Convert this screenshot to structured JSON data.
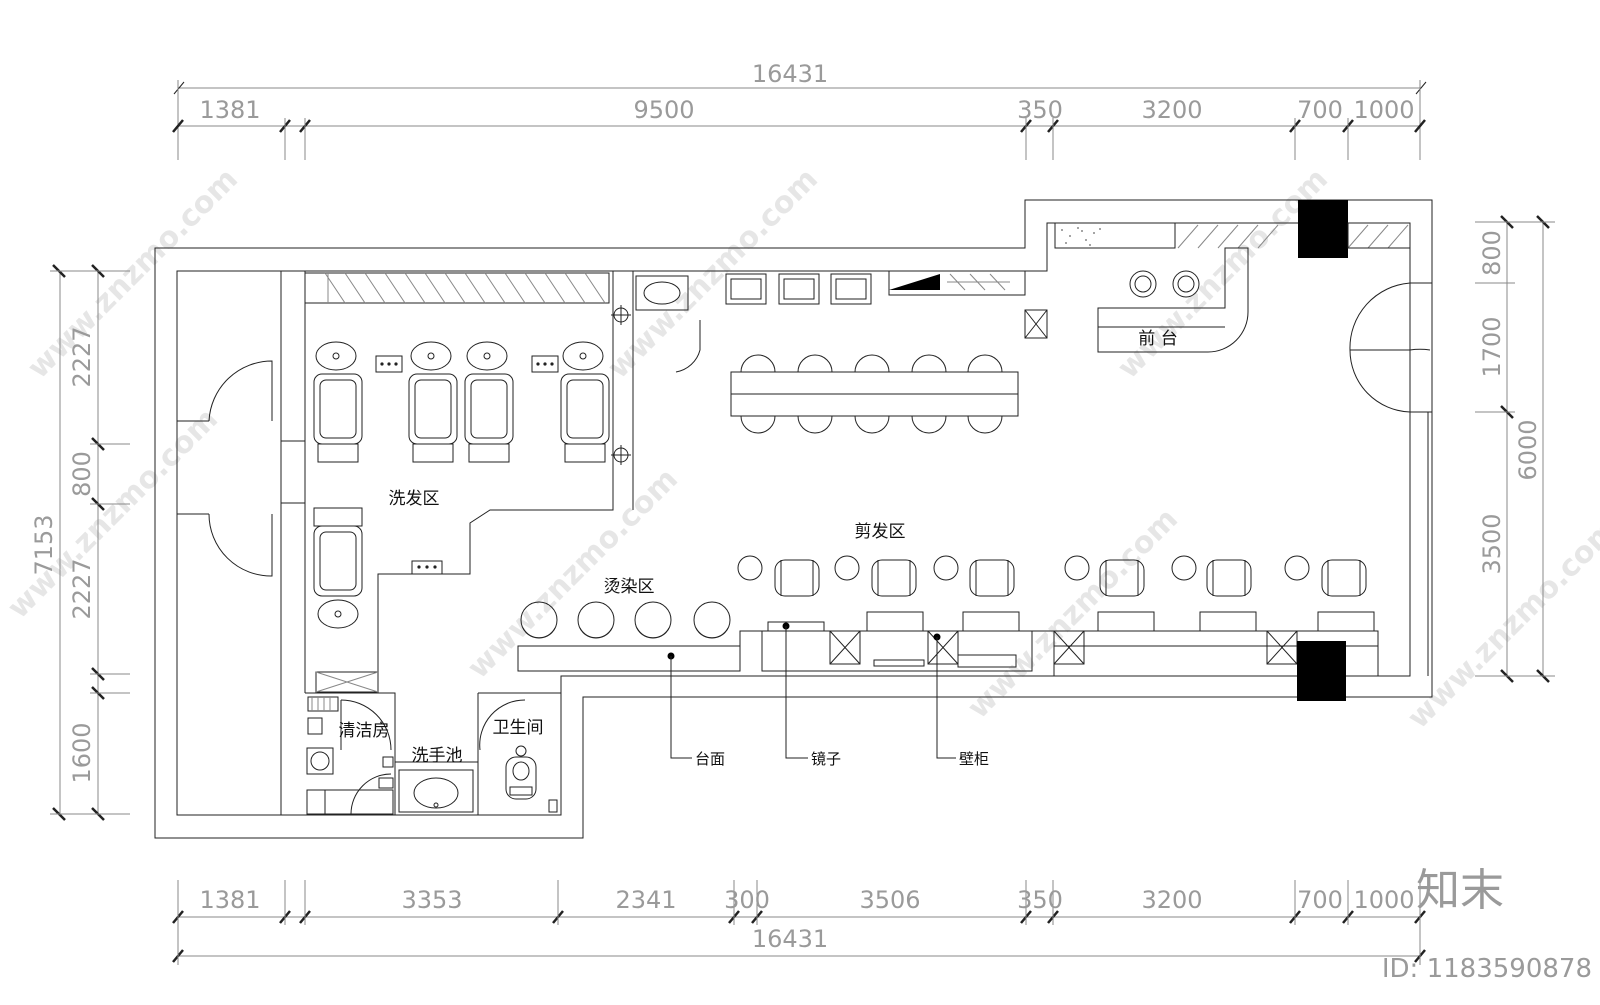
{
  "dimensions": {
    "top_total": "16431",
    "top_segments": [
      "1381",
      "9500",
      "350",
      "3200",
      "700",
      "1000"
    ],
    "bottom_total": "16431",
    "bottom_segments": [
      "1381",
      "3353",
      "2341",
      "300",
      "3506",
      "350",
      "3200",
      "700",
      "1000"
    ],
    "left_total": "7153",
    "left_segments": [
      "2227",
      "800",
      "2227",
      "1600"
    ],
    "right_segments": [
      "800",
      "1700",
      "3500"
    ],
    "right_total": "6000"
  },
  "rooms": {
    "front_desk": "前  台",
    "wash_area": "洗发区",
    "cut_area": "剪发区",
    "perm_area": "烫染区",
    "cleaning_room": "清洁房",
    "wash_basin": "洗手池",
    "toilet": "卫生间"
  },
  "callouts": {
    "countertop": "台面",
    "mirror": "镜子",
    "wall_cabinet": "壁柜"
  },
  "watermark": {
    "site": "www.znzmo.com",
    "brand": "知末",
    "id": "ID: 1183590878"
  },
  "icons": {
    "chair": "barber-chair-icon",
    "stool": "round-stool-icon",
    "bed": "wash-bed-icon",
    "toilet": "squat-toilet-icon",
    "sink": "sink-icon",
    "column": "column-icon"
  }
}
